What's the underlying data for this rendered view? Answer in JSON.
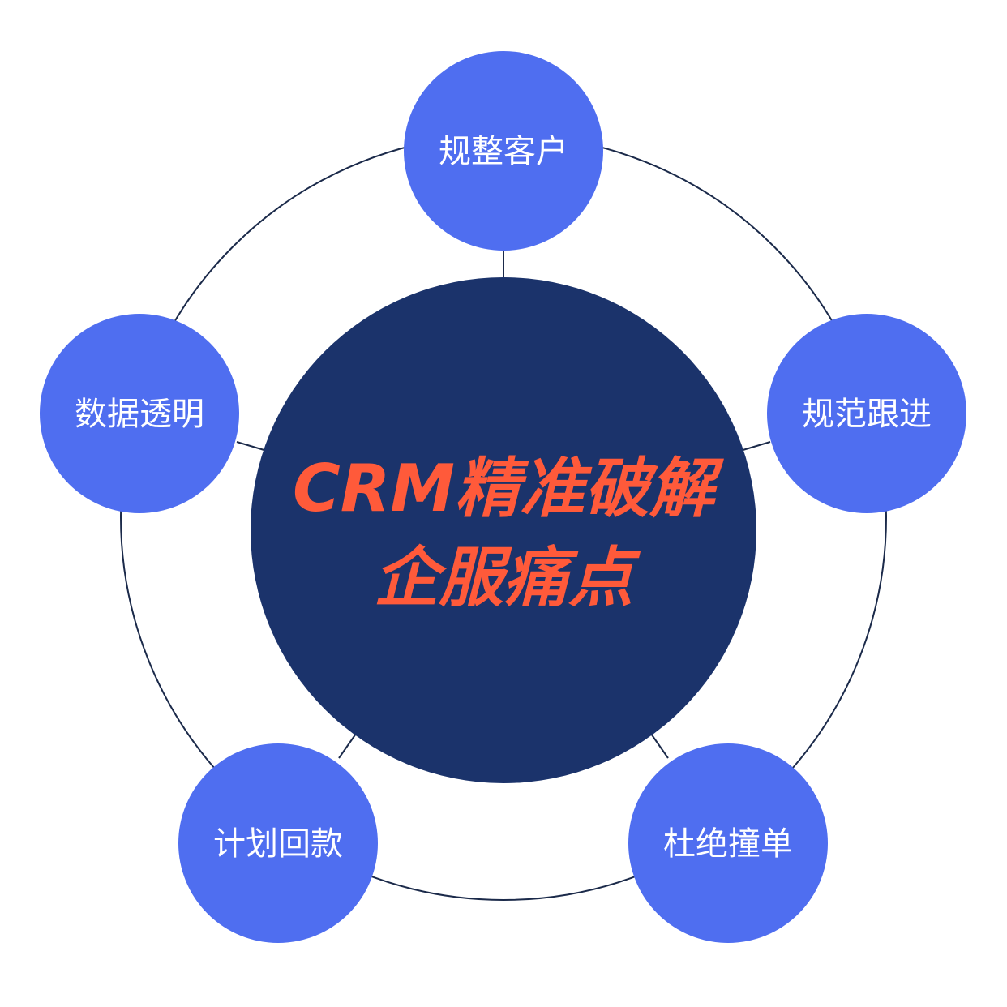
{
  "center": {
    "line1": "CRM精准破解",
    "line2": "企服痛点"
  },
  "nodes": [
    {
      "label": "规整客户"
    },
    {
      "label": "规范跟进"
    },
    {
      "label": "杜绝撞单"
    },
    {
      "label": "计划回款"
    },
    {
      "label": "数据透明"
    }
  ],
  "colors": {
    "center_fill": "#1b336b",
    "node_fill": "#4f6ef0",
    "ring_stroke": "#1b2a4a",
    "title_text": "#ff5a3a",
    "node_text": "#ffffff"
  }
}
